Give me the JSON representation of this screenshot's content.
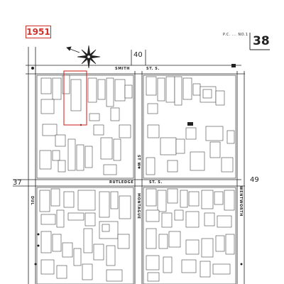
{
  "map": {
    "year": "1951",
    "sheet_number": "38",
    "header_small": "P.C. ... NO.1",
    "adjacent_sheets": {
      "top": "40",
      "left": "37",
      "right": "49"
    },
    "streets": {
      "smith": "SMITH",
      "smith_suffix": "ST. S.",
      "rutledge": "RUTLEDGE",
      "rutledge_suffix": "ST. S.",
      "montague": "MONTAGUE",
      "wentworth": "WENTWORTH",
      "st_w": "ST W",
      "dul": "DUL"
    },
    "colors": {
      "ink": "#222222",
      "highlight": "#d03028",
      "paper": "#ffffff"
    },
    "icons": [
      "compass-rose-icon",
      "north-arrow-icon"
    ]
  }
}
